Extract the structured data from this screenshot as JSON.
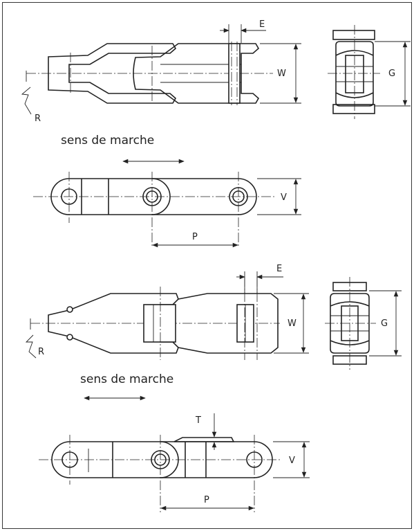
{
  "top": {
    "caption": "sens de marche",
    "dims": {
      "E": "E",
      "W": "W",
      "G": "G",
      "R": "R",
      "V": "V",
      "P": "P"
    }
  },
  "bottom": {
    "caption": "sens de marche",
    "dims": {
      "E": "E",
      "W": "W",
      "G": "G",
      "R": "R",
      "T": "T",
      "V": "V",
      "P": "P"
    }
  }
}
